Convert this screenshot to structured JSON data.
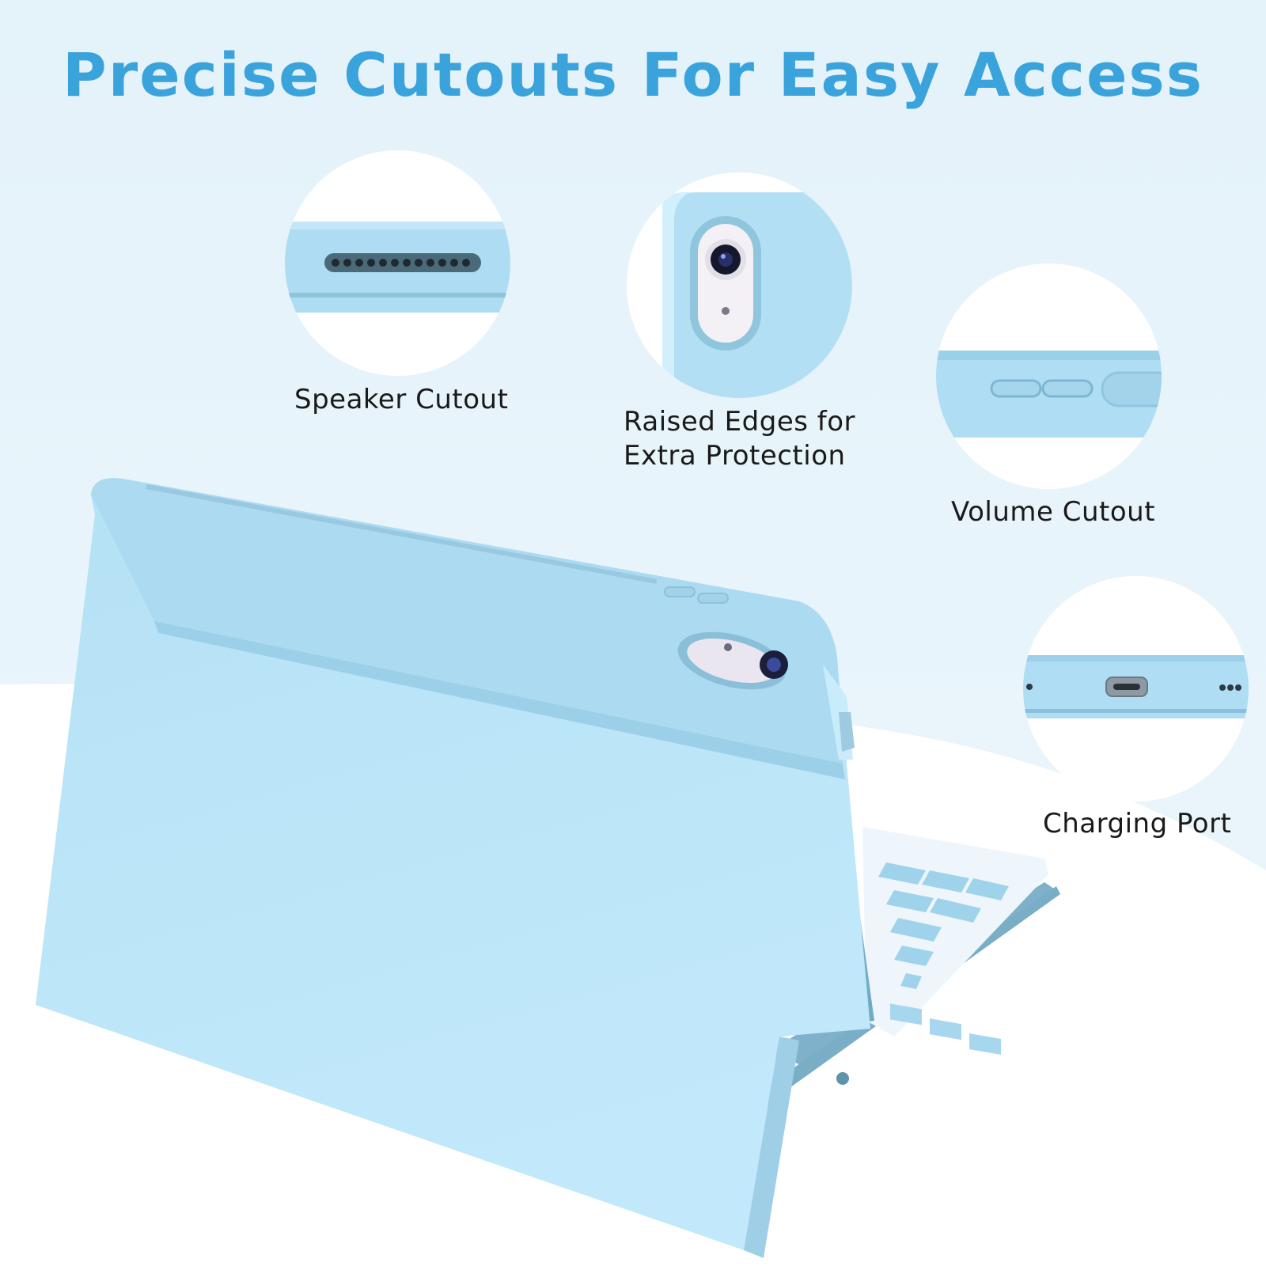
{
  "title": "Precise Cutouts For Easy Access",
  "features": [
    {
      "label": "Speaker Cutout",
      "icon": "speaker-grille-icon"
    },
    {
      "label_line1": "Raised Edges for",
      "label_line2": "Extra Protection",
      "icon": "camera-bump-icon"
    },
    {
      "label": "Volume Cutout",
      "icon": "volume-buttons-icon"
    },
    {
      "label": "Charging Port",
      "icon": "usb-c-port-icon"
    }
  ],
  "colors": {
    "title": "#3aa3dc",
    "case": "#a9dbf3",
    "background_light": "#e6f3fa"
  }
}
